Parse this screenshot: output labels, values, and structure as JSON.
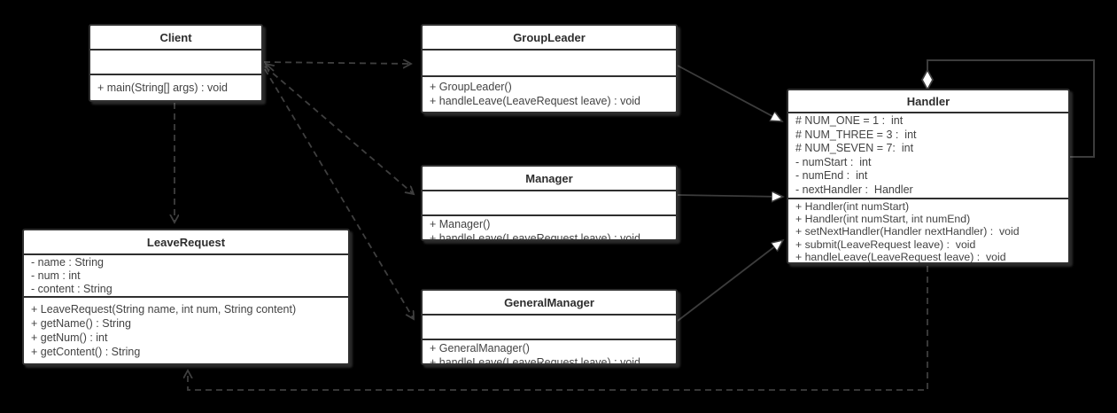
{
  "diagram": {
    "type": "uml-class-diagram",
    "colors": {
      "background": "#000000",
      "box_fill": "#ffffff",
      "box_border": "#2f2f2f",
      "title_text": "#2d2d2d",
      "member_text": "#434343",
      "connector_line": "#3f3f3f"
    },
    "classes": {
      "client": {
        "title": "Client",
        "attributes": [],
        "methods": [
          "+ main(String[] args) : void"
        ]
      },
      "groupLeader": {
        "title": "GroupLeader",
        "attributes": [],
        "methods": [
          "+ GroupLeader()",
          "+ handleLeave(LeaveRequest leave) : void"
        ]
      },
      "manager": {
        "title": "Manager",
        "attributes": [],
        "methods": [
          "+ Manager()",
          "+ handleLeave(LeaveRequest leave) : void"
        ]
      },
      "generalManager": {
        "title": "GeneralManager",
        "attributes": [],
        "methods": [
          "+ GeneralManager()",
          "+ handleLeave(LeaveRequest leave) : void"
        ]
      },
      "handler": {
        "title": "Handler",
        "attributes": [
          "# NUM_ONE = 1 :  int",
          "# NUM_THREE = 3 :  int",
          "# NUM_SEVEN = 7:  int",
          "- numStart :  int",
          "- numEnd :  int",
          "- nextHandler :  Handler"
        ],
        "methods": [
          "+ Handler(int numStart)",
          "+ Handler(int numStart, int numEnd)",
          "+ setNextHandler(Handler nextHandler) :  void",
          "+ submit(LeaveRequest leave) :  void",
          "+ handleLeave(LeaveRequest leave) :  void"
        ]
      },
      "leaveRequest": {
        "title": "LeaveRequest",
        "attributes": [
          "- name : String",
          "- num : int",
          "- content : String"
        ],
        "methods": [
          "+ LeaveRequest(String name, int num, String content)",
          "+ getName() : String",
          "+ getNum() : int",
          "+ getContent() : String"
        ]
      }
    },
    "relationships": [
      {
        "from": "Client",
        "to": "GroupLeader",
        "type": "dependency",
        "style": "dashed-open-arrow"
      },
      {
        "from": "Client",
        "to": "Manager",
        "type": "dependency",
        "style": "dashed-open-arrow"
      },
      {
        "from": "Client",
        "to": "GeneralManager",
        "type": "dependency",
        "style": "dashed-open-arrow"
      },
      {
        "from": "Client",
        "to": "LeaveRequest",
        "type": "dependency",
        "style": "dashed-open-arrow"
      },
      {
        "from": "GroupLeader",
        "to": "Handler",
        "type": "generalization",
        "style": "solid-hollow-triangle"
      },
      {
        "from": "Manager",
        "to": "Handler",
        "type": "generalization",
        "style": "solid-hollow-triangle"
      },
      {
        "from": "GeneralManager",
        "to": "Handler",
        "type": "generalization",
        "style": "solid-hollow-triangle"
      },
      {
        "from": "Handler",
        "to": "Handler",
        "type": "self-aggregation",
        "style": "solid-hollow-diamond"
      },
      {
        "from": "Handler",
        "to": "LeaveRequest",
        "type": "dependency",
        "style": "dashed-open-arrow"
      }
    ]
  }
}
